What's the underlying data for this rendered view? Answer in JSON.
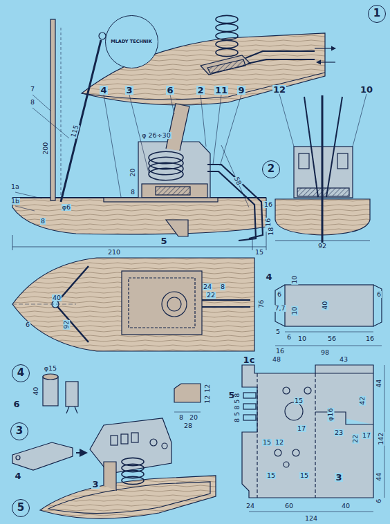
{
  "diagram": {
    "nodes": [
      {
        "text": [
          "1"
        ]
      },
      {
        "text": [
          "MLADY TECHNIK"
        ]
      },
      {
        "text": [
          "2"
        ]
      },
      {
        "text": [
          "4"
        ]
      },
      {
        "text": [
          "3"
        ]
      },
      {
        "text": [
          "5"
        ]
      }
    ],
    "labels": [
      "7",
      "8",
      "1a",
      "1b",
      "200",
      "115",
      "4",
      "3",
      "6",
      "2",
      "11",
      "9",
      "φ 26÷30",
      "20",
      "8",
      "58",
      "φ6",
      "8",
      "5",
      "18",
      "210",
      "15",
      "12",
      "10",
      "16",
      "16",
      "92",
      "40",
      "92",
      "6",
      "24",
      "8",
      "22",
      "76",
      "1c",
      "4",
      "10",
      "10",
      "40",
      "6",
      "7,7",
      "6",
      "5",
      "6",
      "16",
      "10",
      "56",
      "16",
      "98",
      "6",
      "φ15",
      "40",
      "12",
      "12",
      "8",
      "20",
      "28",
      "5",
      "48",
      "43",
      "44",
      "15",
      "8 5 8 5 8",
      "φ16",
      "42",
      "22",
      "17",
      "17",
      "23",
      "142",
      "15",
      "12",
      "15",
      "15",
      "3",
      "44",
      "6",
      "24",
      "60",
      "40",
      "124",
      "4",
      "3"
    ]
  }
}
